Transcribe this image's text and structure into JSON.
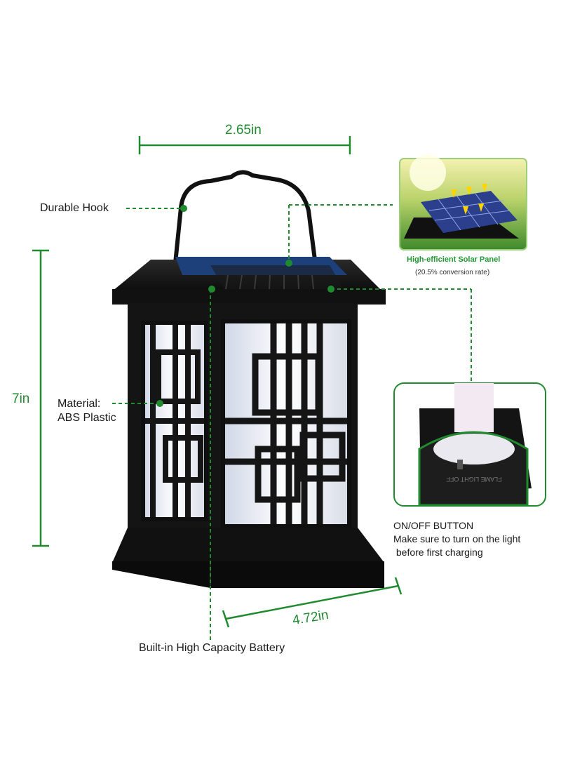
{
  "dimensions": {
    "top_width": "2.65in",
    "height": "7in",
    "base_width": "4.72in"
  },
  "callouts": {
    "hook": "Durable Hook",
    "material_line1": "Material:",
    "material_line2": "ABS Plastic",
    "battery": "Built-in High Capacity Battery"
  },
  "solar_panel": {
    "title": "High-efficient Solar Panel",
    "subtitle": "(20.5% conversion rate)"
  },
  "switch_note": {
    "line1": "ON/OFF BUTTON",
    "line2": "Make sure to turn on the light",
    "line3": " before first charging"
  },
  "switch_embossed_text": "FLAME LIGHT OFF",
  "colors": {
    "accent_green": "#1f8a2e",
    "lantern_body": "#141414",
    "solar_blue": "#1d3f7a"
  }
}
